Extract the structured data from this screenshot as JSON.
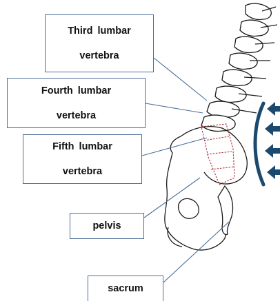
{
  "labels": {
    "third_lumbar_line1": "Third lumbar",
    "third_lumbar_line2": "vertebra",
    "fourth_lumbar_line1": "Fourth lumbar",
    "fourth_lumbar_line2": "vertebra",
    "fifth_lumbar_line1": "Fifth lumbar",
    "fifth_lumbar_line2": "vertebra",
    "pelvis": "pelvis",
    "sacrum": "sacrum"
  },
  "colors": {
    "label_border": "#4a6d97",
    "leader_line": "#4a6d97",
    "bone_outline": "#1a1a1a",
    "highlight_vertebra": "#b0303a",
    "arrow_fill": "#1b4a6e",
    "curve_stroke": "#1b4a6e"
  },
  "icons": {
    "pressure_arrow": "arrow-left-icon"
  }
}
